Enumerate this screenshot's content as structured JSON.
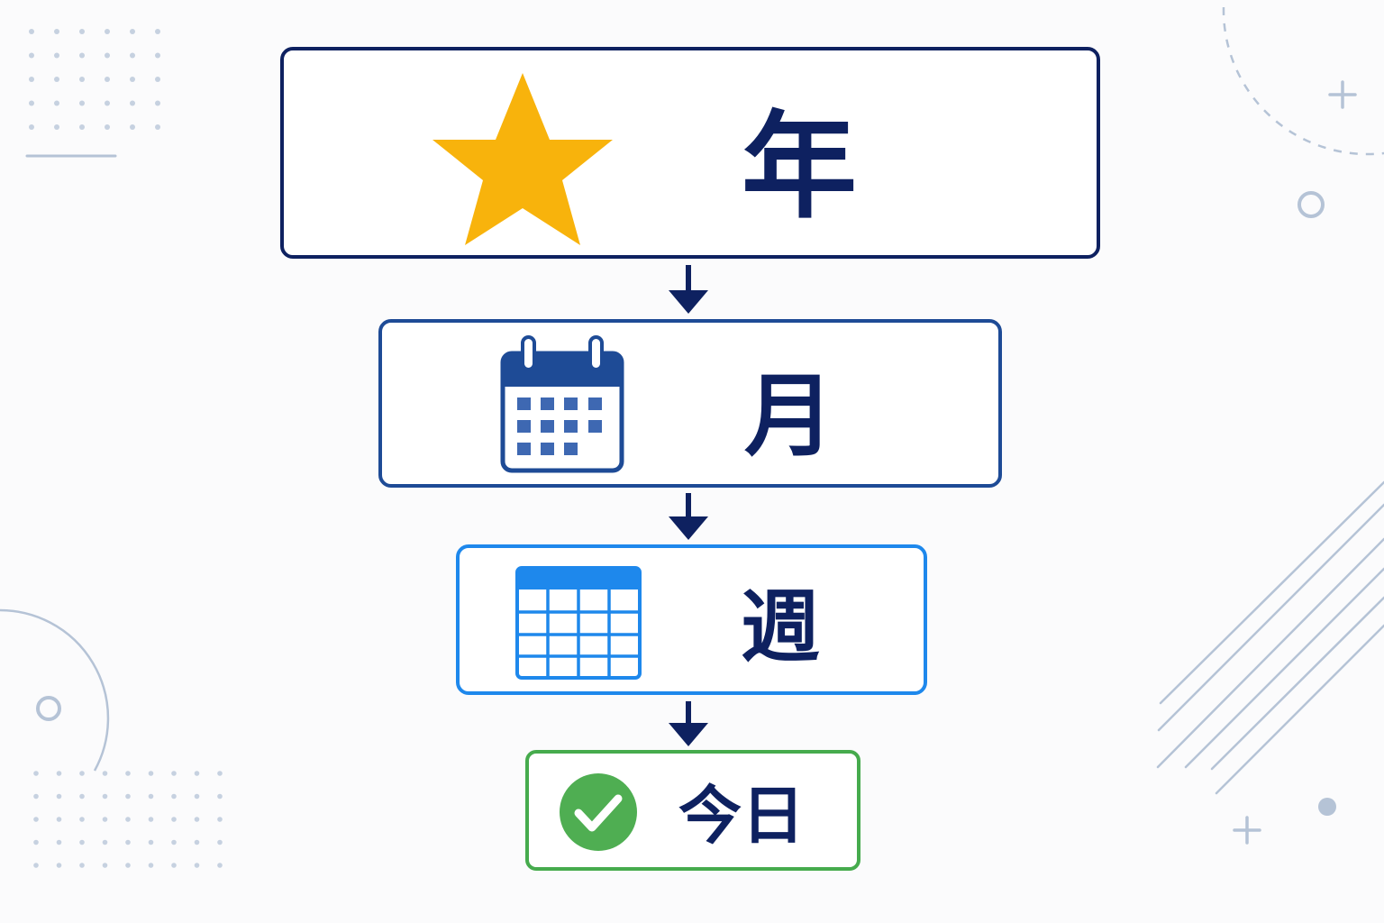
{
  "steps": {
    "year": {
      "label": "年",
      "icon": "star-icon",
      "color": "#0e2160"
    },
    "month": {
      "label": "月",
      "icon": "calendar-icon",
      "color": "#1e4b96"
    },
    "week": {
      "label": "週",
      "icon": "week-grid-icon",
      "color": "#1e88ec"
    },
    "today": {
      "label": "今日",
      "icon": "check-circle-icon",
      "color": "#46ab4d"
    }
  },
  "colors": {
    "text": "#0e2160",
    "star": "#f8b30c",
    "arrow": "#0e2160",
    "decoration": "#b5c3d6"
  }
}
